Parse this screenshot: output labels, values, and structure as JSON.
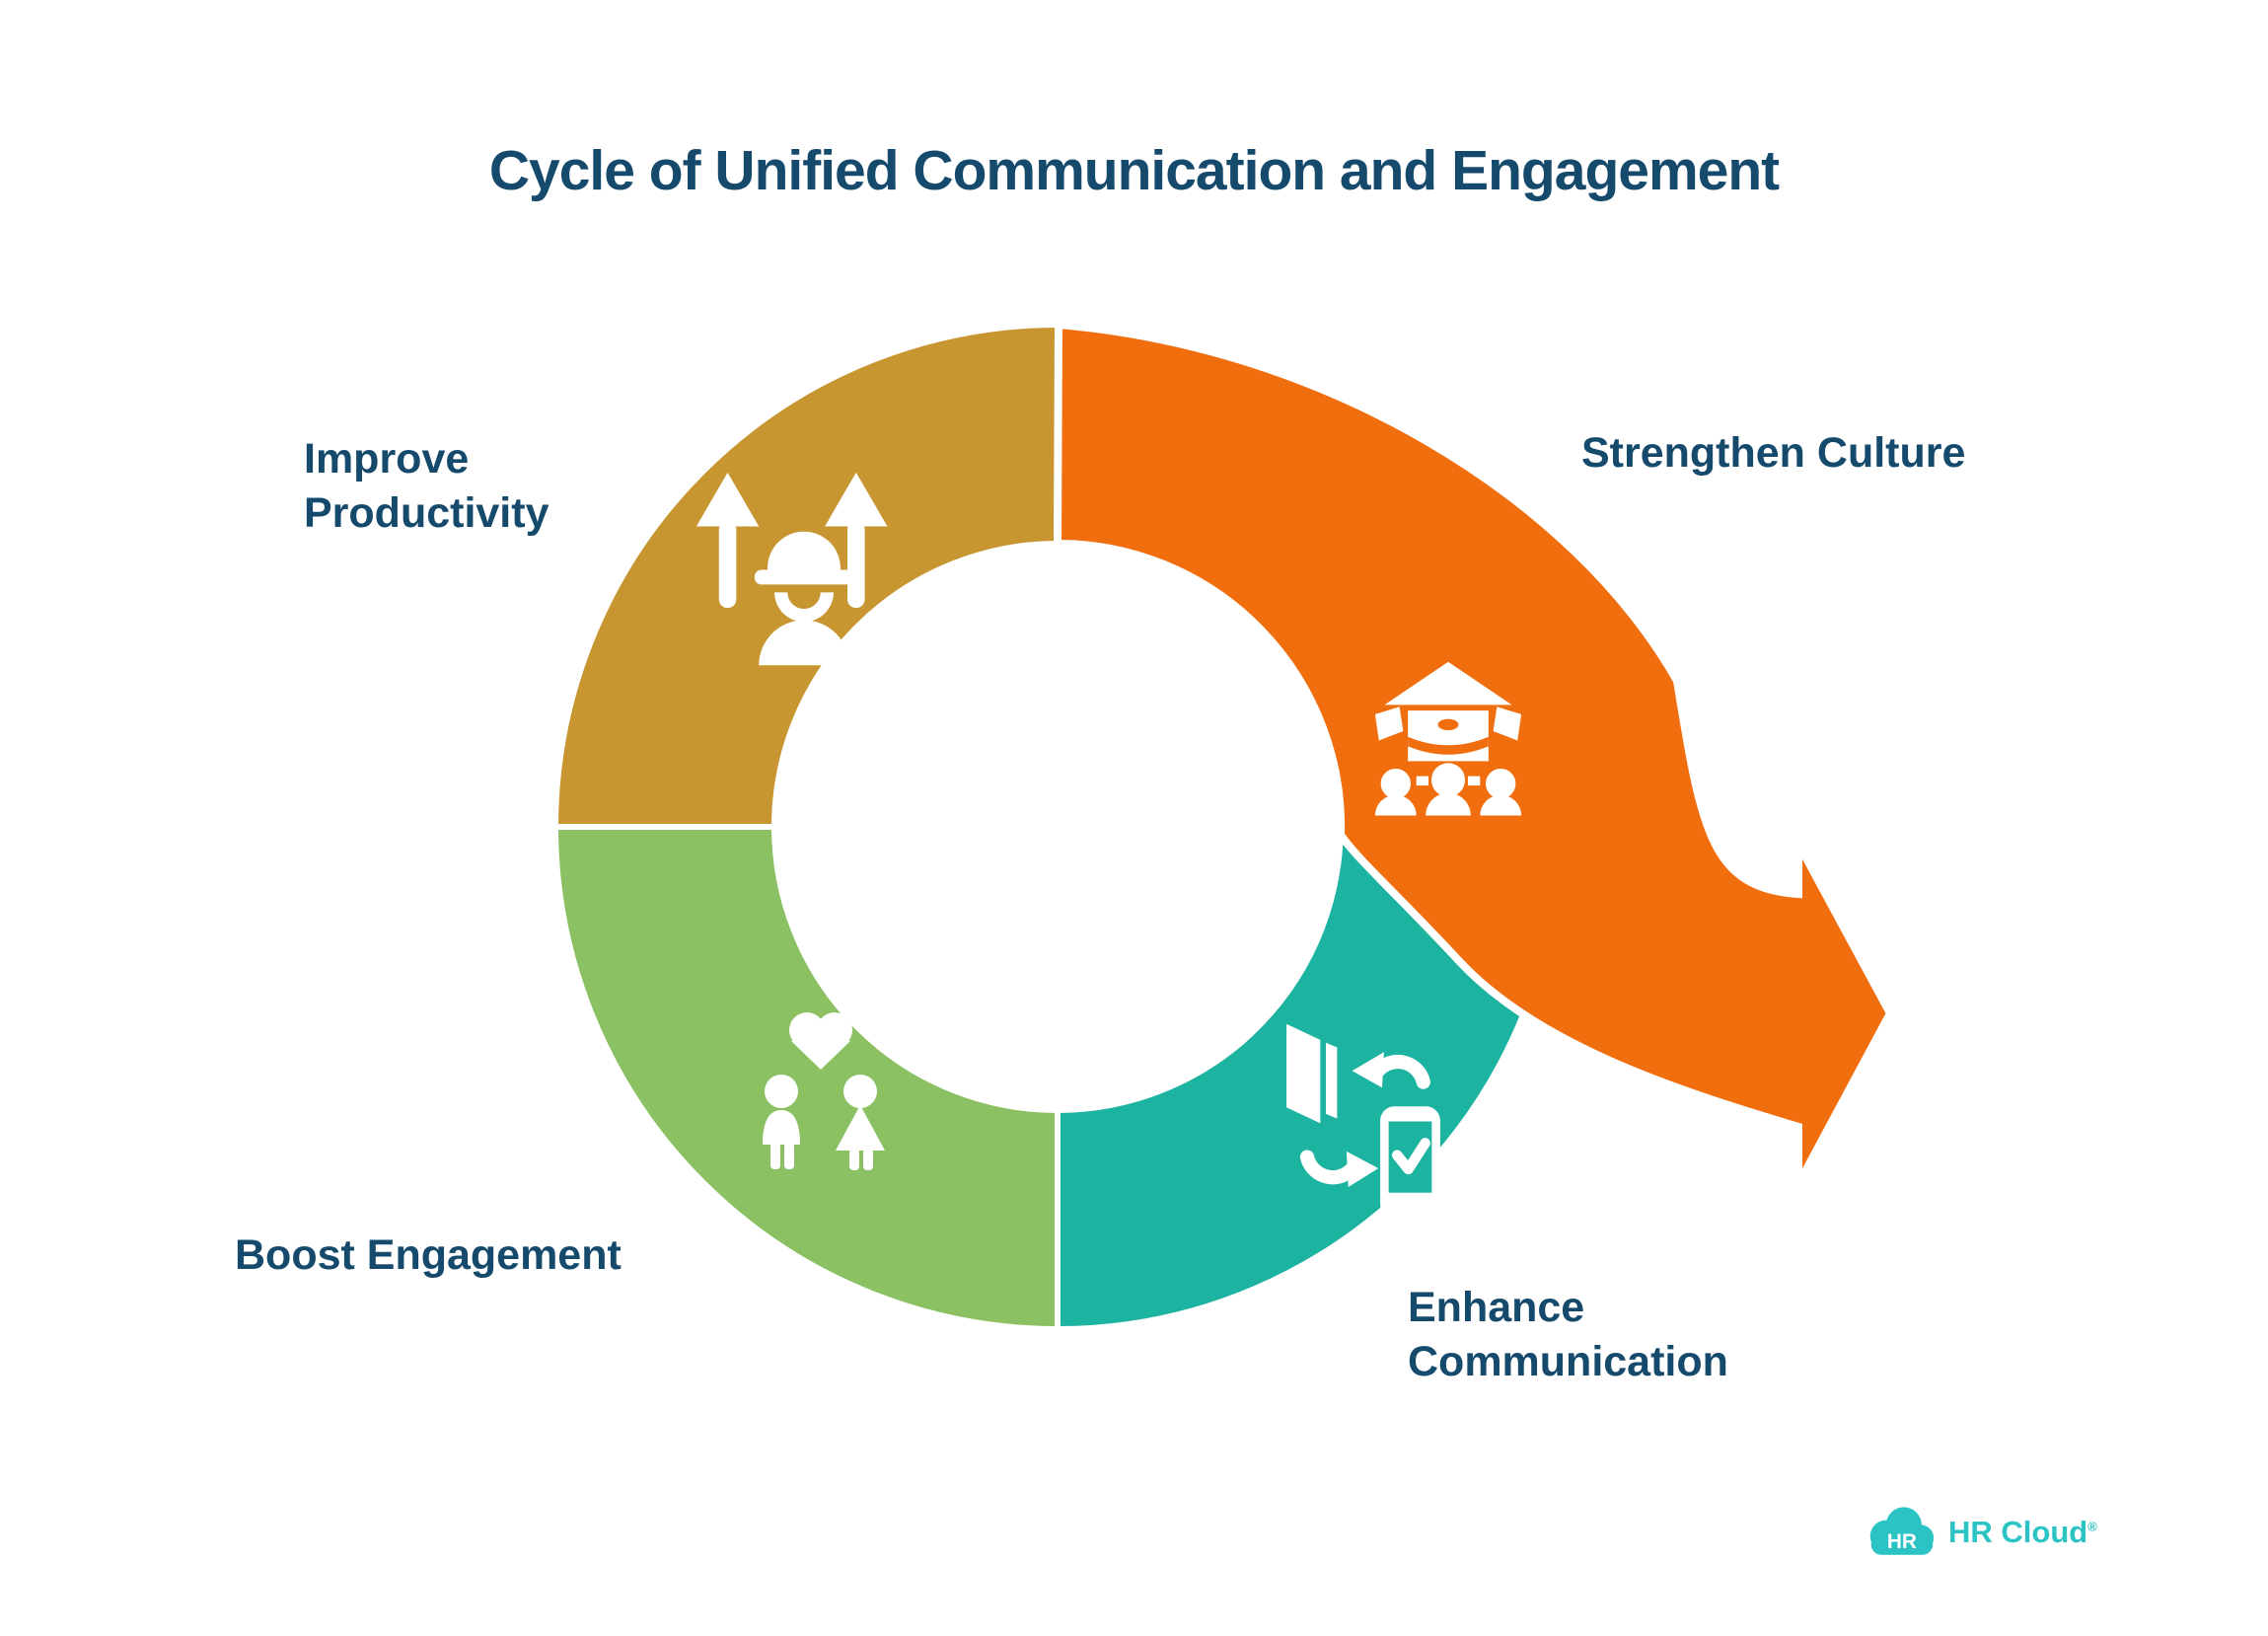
{
  "title": "Cycle of Unified Communication and Engagement",
  "colors": {
    "navy": "#164A6D",
    "logo": "#2BC3C3",
    "background": "#FFFFFF",
    "icon": "#FFFFFF"
  },
  "segments": [
    {
      "id": "improve-productivity",
      "label": "Improve\nProductivity",
      "color": "#C79630",
      "icon": "worker-up-arrows-icon",
      "position": "top-left"
    },
    {
      "id": "strengthen-culture",
      "label": "Strengthen Culture",
      "color": "#F06E0E",
      "icon": "community-roof-icon",
      "position": "top-right-arrow"
    },
    {
      "id": "enhance-communication",
      "label": "Enhance\nCommunication",
      "color": "#1CB3A0",
      "icon": "door-phone-sync-icon",
      "position": "bottom-right"
    },
    {
      "id": "boost-engagement",
      "label": "Boost Engagement",
      "color": "#8BC162",
      "icon": "couple-heart-icon",
      "position": "bottom-left"
    }
  ],
  "logo": {
    "badge_text": "HR",
    "brand_text": "HR Cloud",
    "registered_mark": "®"
  }
}
